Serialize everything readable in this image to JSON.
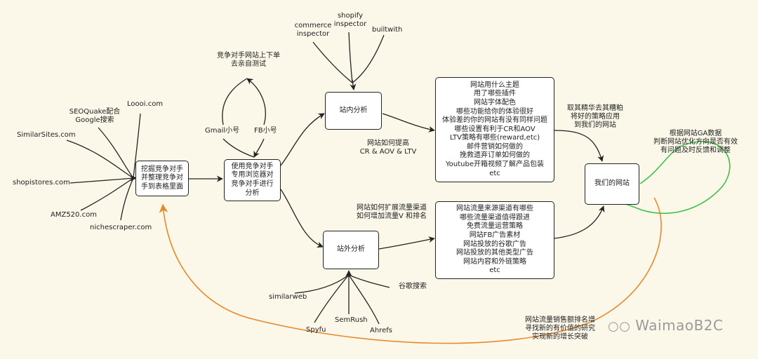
{
  "sources_left": {
    "loooi": "Loooi.com",
    "seoquake_1": "SEOQuake配合",
    "seoquake_2": "Google搜索",
    "similarsites": "SimilarSites.com",
    "shopistores": "shopistores.com",
    "amz520": "AMZ520.com",
    "nichescraper": "nichescraper.com"
  },
  "box_collect": [
    "挖掘竞争对手",
    "并整理竞争对",
    "手到表格里面"
  ],
  "gmail_small": "Gmail小号",
  "fb_small": "FB小号",
  "test_order_1": "竞争对手网站上下单",
  "test_order_2": "去亲自测试",
  "box_browser": [
    "使用竞争对手",
    "专用浏览器对",
    "竞争对手进行",
    "分析"
  ],
  "tools_top": {
    "commerce_1": "commerce",
    "commerce_2": "inspector",
    "shopify_1": "shopify",
    "shopify_2": "inspector",
    "builtwith": "builtwith"
  },
  "box_onsite": "站内分析",
  "improve_1": "网站如何提高",
  "improve_2": "CR & AOV & LTV",
  "box_onsite_details": [
    "网站用什么主题",
    "用了哪些插件",
    "网站字体配色",
    "哪些功能给你的体验很好",
    "体验差的你的网站有没有同样问题",
    "哪些设置有利于CR和AOV",
    "LTV策略有哪些(reward,etc)",
    "邮件营销如何做的",
    "挽救遗弃订单如何做的",
    "Youtube开箱视频了解产品包装",
    "etc"
  ],
  "take_best": [
    "取其精华去其糟粕",
    "将好的策略应用",
    "到我们的网站"
  ],
  "box_our_site": "我们的网站",
  "ga_feedback": [
    "根据网站GA数据",
    "判断网站优化方向是否有效",
    "有问题及时反馈和调整"
  ],
  "expand_1": "网站如何扩展流量渠道",
  "expand_2": "如何增加流量V 和排名",
  "box_offsite": "站外分析",
  "box_offsite_details": [
    "网站流量来源渠道有哪些",
    "哪些流量渠道值得跟进",
    "免费流量运营策略",
    "网站FB广告素材",
    "网站投放的谷歌广告",
    "网站投放的其他类型广告",
    "网站内容和外链策略",
    "etc"
  ],
  "tools_bottom": {
    "similarweb": "similarweb",
    "spyfu": "Spyfu",
    "semrush": "SemRush",
    "ahrefs": "Ahrefs",
    "google_search": "谷歌搜索"
  },
  "growth_note": [
    "网站流量销售额排名增",
    "寻找新的有价值的研究",
    "实现新的增长突破"
  ],
  "watermark": "WaimaoB2C",
  "colors": {
    "arrow": "#222222",
    "green_loop": "#3cc24a",
    "orange_loop": "#e8892b",
    "background": "#fbf8ea"
  }
}
